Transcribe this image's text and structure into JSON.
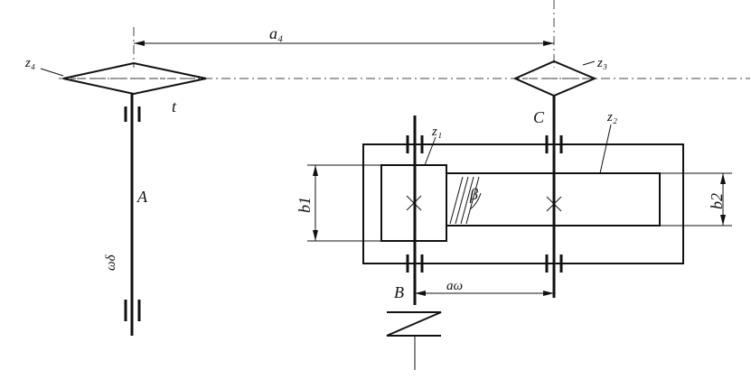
{
  "labels": {
    "a4": "a₄",
    "z4": "z₄",
    "z3": "z₃",
    "t": "t",
    "C": "C",
    "z1": "z₁",
    "z2": "z₂",
    "A": "A",
    "b1": "b1",
    "beta": "β",
    "b2": "b2",
    "omega": "ωδ",
    "B": "B",
    "aw": "aω"
  }
}
